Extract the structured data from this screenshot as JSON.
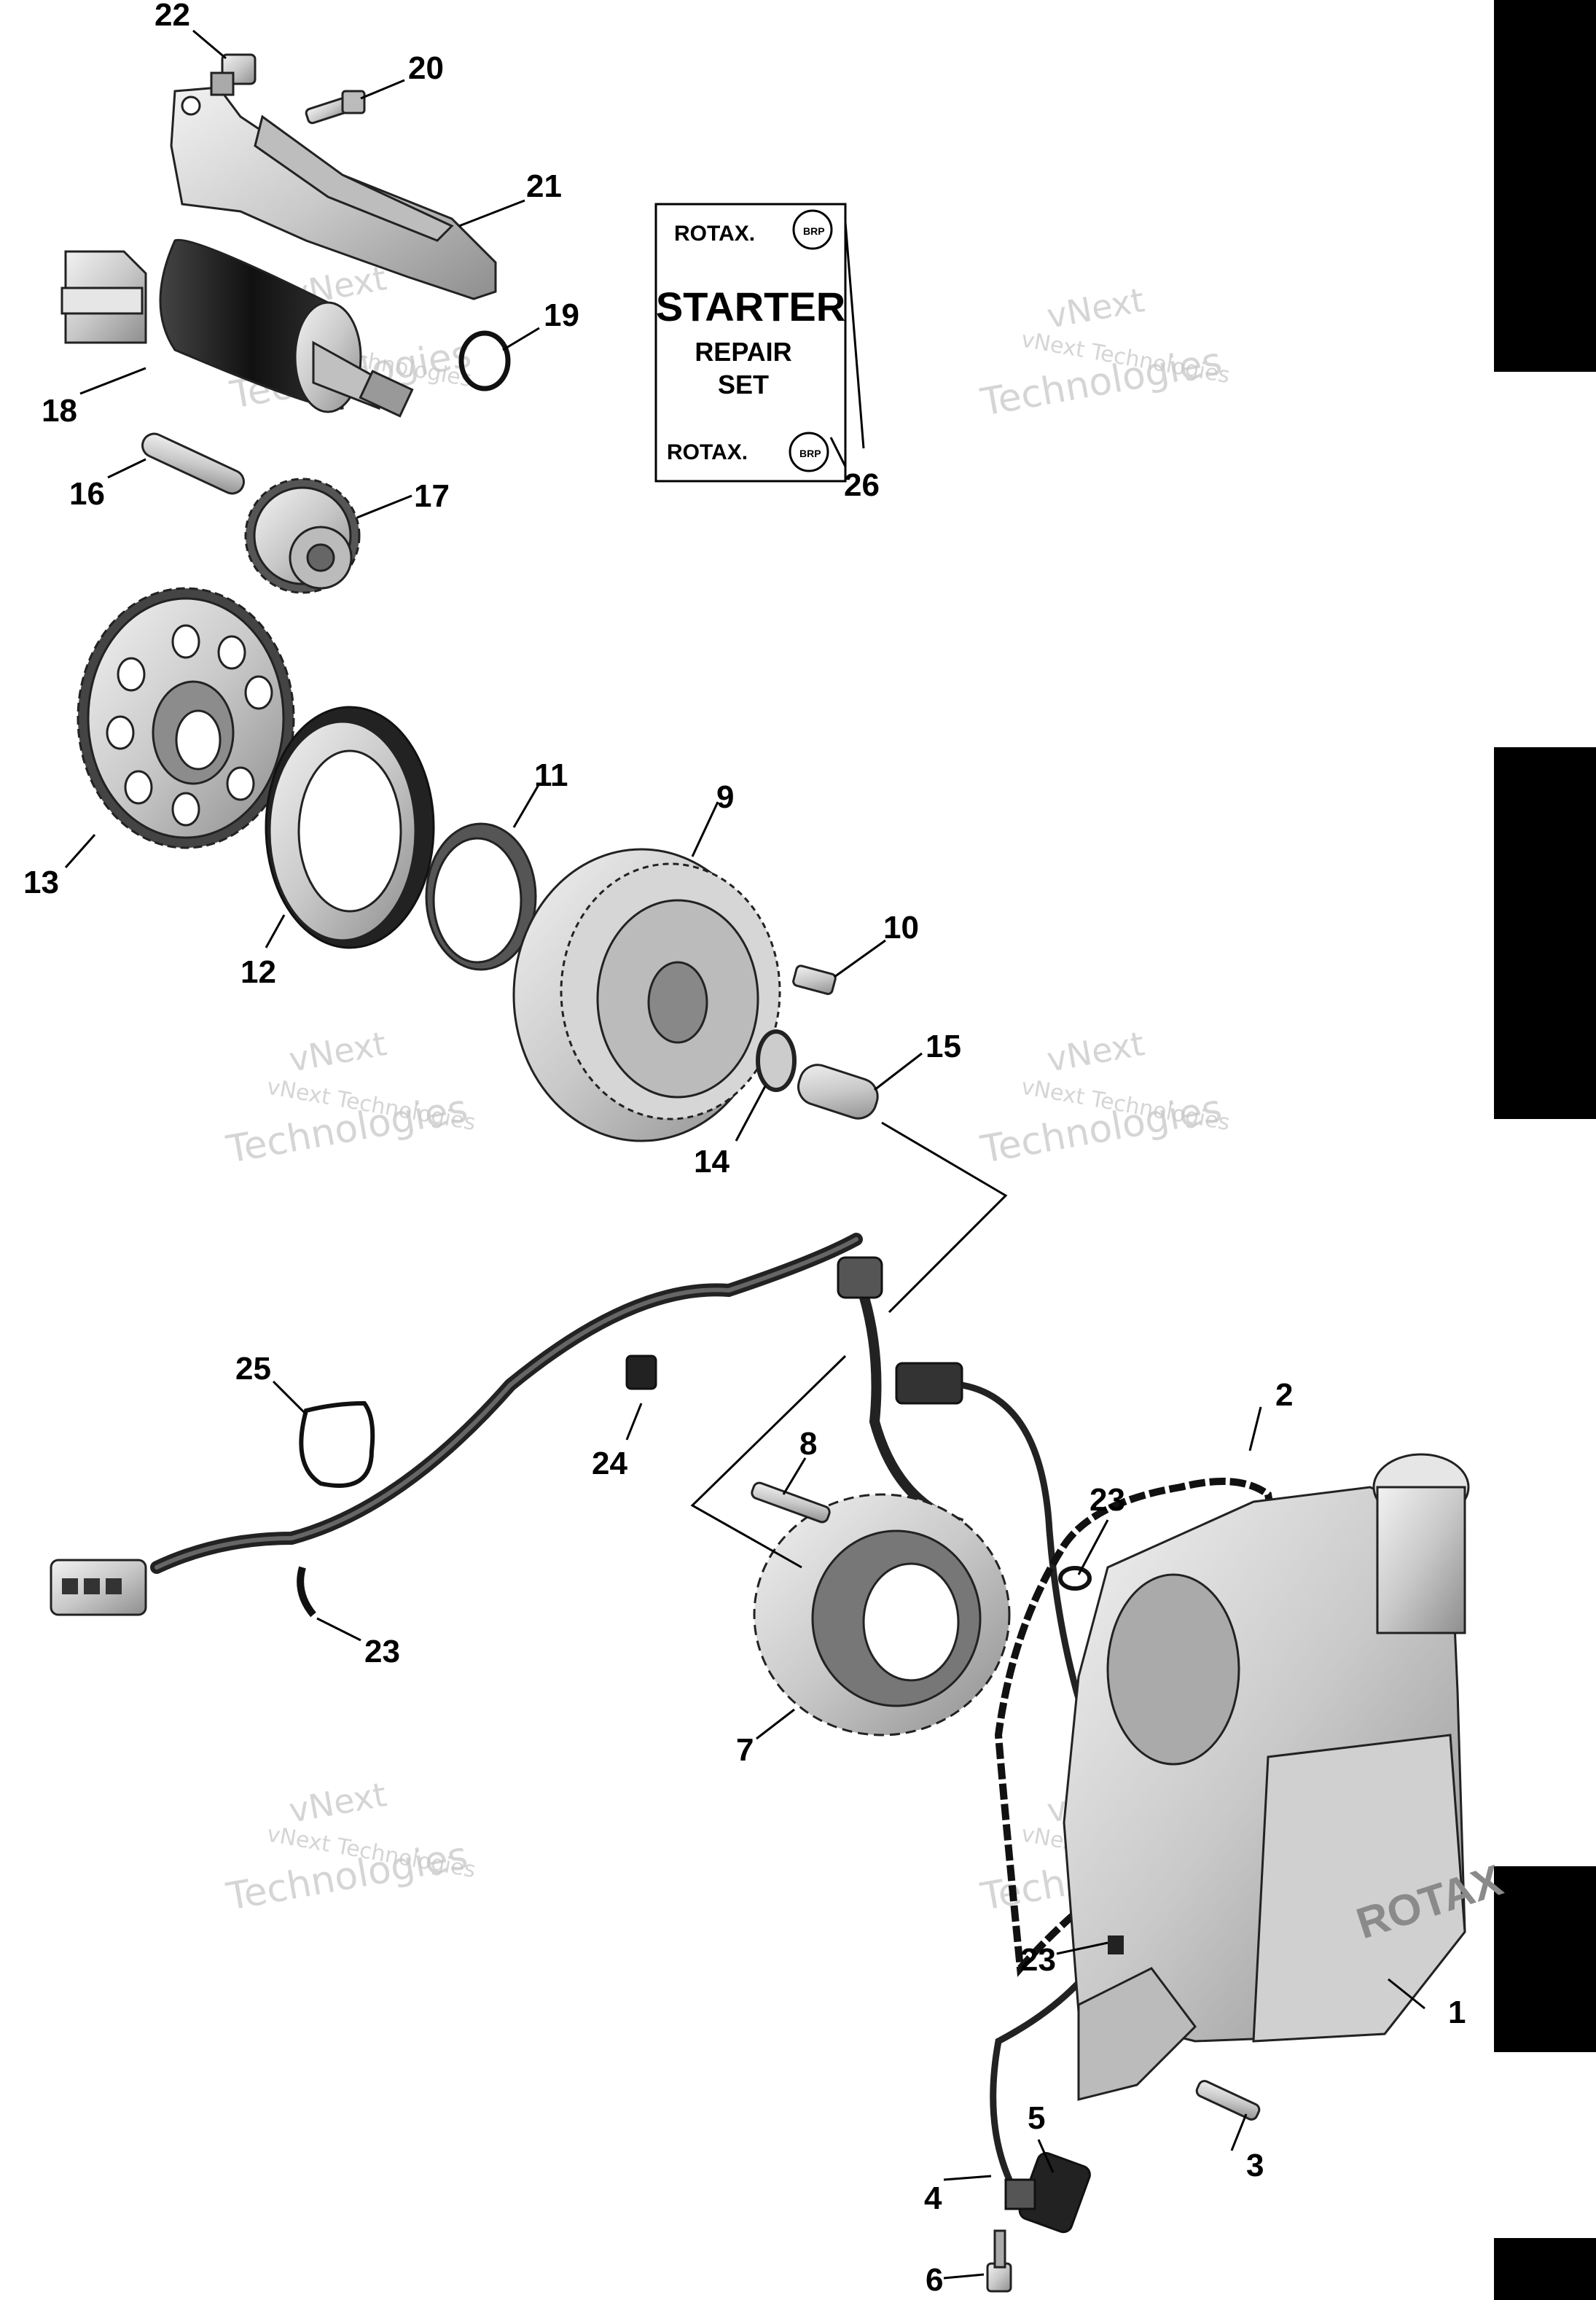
{
  "watermark": {
    "line1": "vNext",
    "line2": "vNext Technologies",
    "line3": "Technologies"
  },
  "kit_card": {
    "brand_top": "ROTAX.",
    "badge_top": "BRP",
    "title": "STARTER",
    "line2": "REPAIR",
    "line3": "SET",
    "brand_bottom": "ROTAX.",
    "badge_bottom": "BRP"
  },
  "case_brand": "ROTAX",
  "callouts": {
    "c1": "1",
    "c2": "2",
    "c3": "3",
    "c4": "4",
    "c5": "5",
    "c6": "6",
    "c7": "7",
    "c8": "8",
    "c9": "9",
    "c10": "10",
    "c11": "11",
    "c12": "12",
    "c13": "13",
    "c14": "14",
    "c15": "15",
    "c16": "16",
    "c17": "17",
    "c18": "18",
    "c19": "19",
    "c20": "20",
    "c21": "21",
    "c22": "22",
    "c23a": "23",
    "c23b": "23",
    "c23c": "23",
    "c24": "24",
    "c25": "25",
    "c26": "26"
  },
  "colors": {
    "part_fill": "#d4d4d4",
    "part_dark": "#1a1a1a",
    "tab": "#000000"
  }
}
